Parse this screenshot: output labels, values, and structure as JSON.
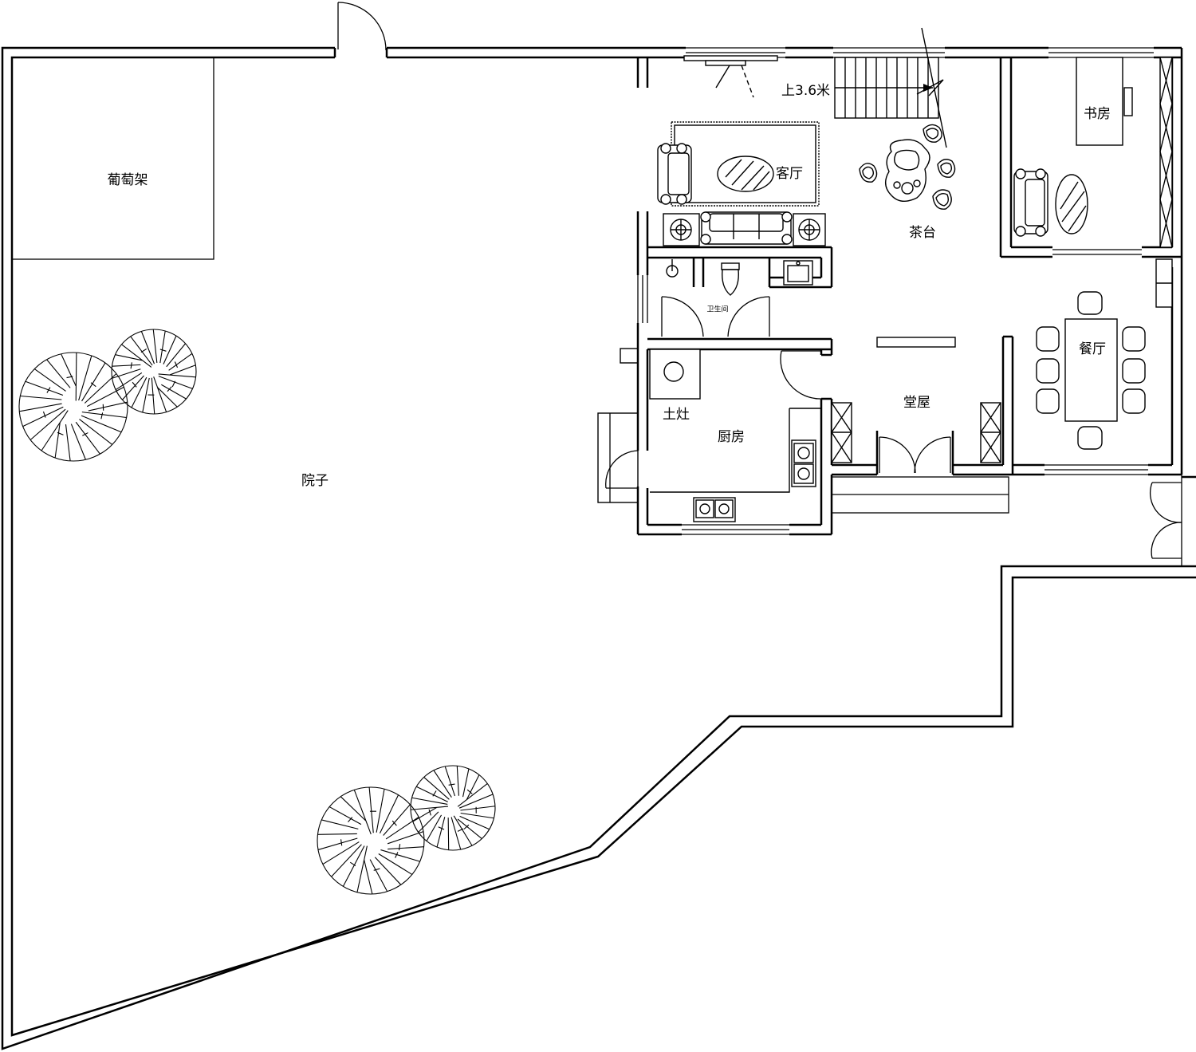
{
  "rooms": {
    "grape_trellis": "葡萄架",
    "courtyard": "院子",
    "living_room": "客厅",
    "tea_table": "茶台",
    "study": "书房",
    "bathroom": "卫生间",
    "dining_room": "餐厅",
    "main_hall": "堂屋",
    "earth_stove": "土灶",
    "kitchen": "厨房"
  },
  "stair_label": "上3.6米"
}
